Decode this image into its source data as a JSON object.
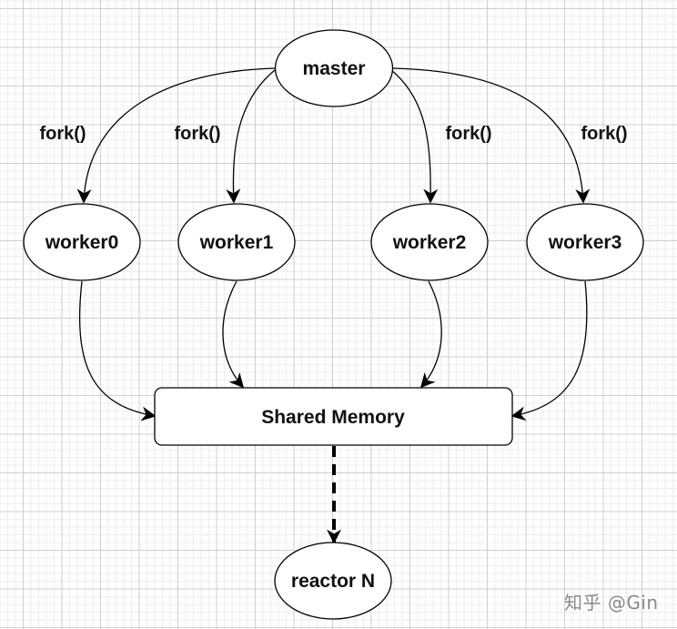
{
  "diagram": {
    "title": "master-worker fork diagram",
    "nodes": {
      "master": {
        "label": "master",
        "shape": "ellipse"
      },
      "worker0": {
        "label": "worker0",
        "shape": "ellipse"
      },
      "worker1": {
        "label": "worker1",
        "shape": "ellipse"
      },
      "worker2": {
        "label": "worker2",
        "shape": "ellipse"
      },
      "worker3": {
        "label": "worker3",
        "shape": "ellipse"
      },
      "shared_memory": {
        "label": "Shared Memory",
        "shape": "rounded-rectangle"
      },
      "reactor": {
        "label": "reactor N",
        "shape": "ellipse"
      }
    },
    "edges": [
      {
        "from": "master",
        "to": "worker0",
        "label": "fork()",
        "style": "solid"
      },
      {
        "from": "master",
        "to": "worker1",
        "label": "fork()",
        "style": "solid"
      },
      {
        "from": "master",
        "to": "worker2",
        "label": "fork()",
        "style": "solid"
      },
      {
        "from": "master",
        "to": "worker3",
        "label": "fork()",
        "style": "solid"
      },
      {
        "from": "worker0",
        "to": "shared_memory",
        "label": "",
        "style": "solid"
      },
      {
        "from": "worker1",
        "to": "shared_memory",
        "label": "",
        "style": "solid"
      },
      {
        "from": "worker2",
        "to": "shared_memory",
        "label": "",
        "style": "solid"
      },
      {
        "from": "worker3",
        "to": "shared_memory",
        "label": "",
        "style": "solid"
      },
      {
        "from": "shared_memory",
        "to": "reactor",
        "label": "",
        "style": "dashed"
      }
    ],
    "colors": {
      "stroke": "#000000",
      "fill": "#ffffff",
      "grid": "#cfcfcf"
    }
  },
  "watermark": "知乎 @Gin"
}
